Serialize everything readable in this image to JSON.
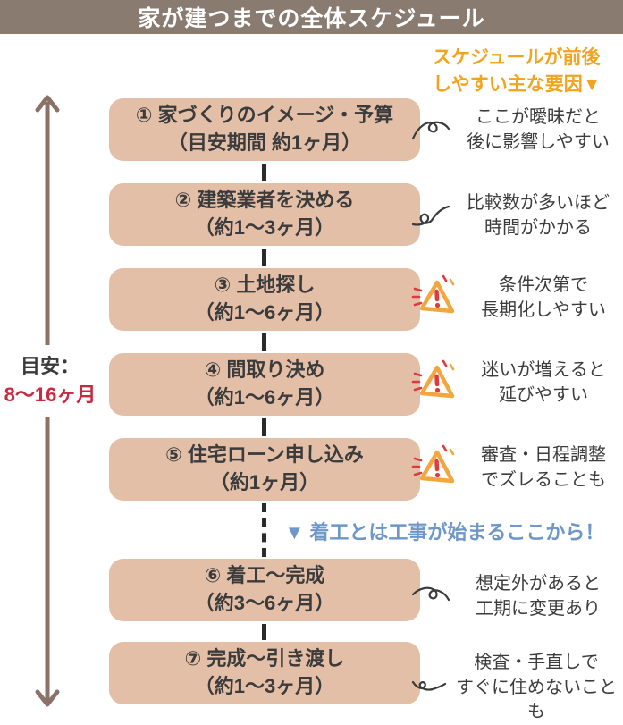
{
  "header": {
    "title": "家が建つまでの全体スケジュール"
  },
  "legend_note": {
    "line1": "スケジュールが前後",
    "line2": "しやすい主な要因▼"
  },
  "timeline": {
    "label": "目安：",
    "value": "8〜16ヶ月"
  },
  "steps": [
    {
      "title": "① 家づくりのイメージ・予算",
      "duration": "（目安期間 約1ヶ月）",
      "icon": "squiggle-icon",
      "note_line1": "ここが曖昧だと",
      "note_line2": "後に影響しやすい"
    },
    {
      "title": "② 建築業者を決める",
      "duration": "（約1〜3ヶ月）",
      "icon": "squiggle-icon",
      "note_line1": "比較数が多いほど",
      "note_line2": "時間がかかる"
    },
    {
      "title": "③ 土地探し",
      "duration": "（約1〜6ヶ月）",
      "icon": "warning-icon",
      "note_line1": "条件次第で",
      "note_line2": "長期化しやすい"
    },
    {
      "title": "④ 間取り決め",
      "duration": "（約1〜6ヶ月）",
      "icon": "warning-icon",
      "note_line1": "迷いが増えると",
      "note_line2": "延びやすい"
    },
    {
      "title": "⑤ 住宅ローン申し込み",
      "duration": "（約1ヶ月）",
      "icon": "warning-icon",
      "note_line1": "審査・日程調整",
      "note_line2": "でズレることも"
    },
    {
      "title": "⑥ 着工〜完成",
      "duration": "（約3〜6ヶ月）",
      "icon": "squiggle-icon",
      "note_line1": "想定外があると",
      "note_line2": "工期に変更あり"
    },
    {
      "title": "⑦ 完成〜引き渡し",
      "duration": "（約1〜3ヶ月）",
      "icon": "squiggle-icon",
      "note_line1": "検査・手直しで",
      "note_line2": "すぐに住めないことも"
    }
  ],
  "milestone": {
    "label": "▼ 着工とは工事が始まるここから！"
  },
  "colors": {
    "header_bg": "#8a7b71",
    "box_fill": "#e4bfa8",
    "accent_orange": "#f2a41e",
    "accent_blue": "#6e96c8",
    "accent_red": "#c62b40",
    "arrow_brown": "#8a7268",
    "text_dark": "#3b3b3b"
  }
}
